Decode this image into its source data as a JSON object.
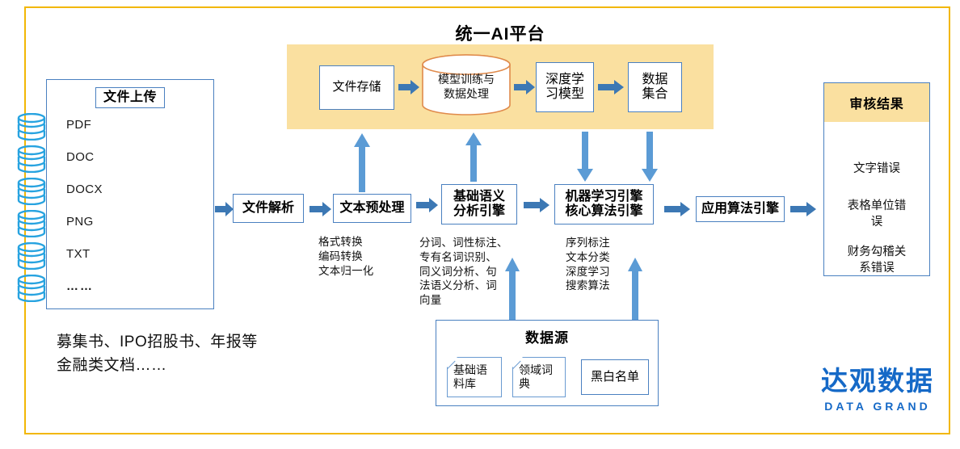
{
  "frame": {
    "border_color": "#F2B705"
  },
  "upload": {
    "title": "文件上传",
    "items": [
      "PDF",
      "DOC",
      "DOCX",
      "PNG",
      "TXT",
      "……"
    ],
    "caption": "募集书、IPO招股书、年报等\n金融类文档……"
  },
  "ai_platform": {
    "title": "统一AI平台",
    "panel_color": "#FAE0A0",
    "nodes": [
      {
        "label": "文件存储",
        "shape": "rect"
      },
      {
        "label": "模型训练与\n数据处理",
        "shape": "cylinder"
      },
      {
        "label": "深度学\n习模型",
        "shape": "rect"
      },
      {
        "label": "数据\n集合",
        "shape": "rect"
      }
    ]
  },
  "pipeline": {
    "steps": [
      {
        "label": "文件解析",
        "under": ""
      },
      {
        "label": "文本预处理",
        "under": "格式转换\n编码转换\n文本归一化"
      },
      {
        "label": "基础语义\n分析引擎",
        "under": "分词、词性标注、\n专有名词识别、\n同义词分析、句\n法语义分析、词\n向量"
      },
      {
        "label": "机器学习引擎\n核心算法引擎",
        "under": "序列标注\n文本分类\n深度学习\n搜索算法"
      },
      {
        "label": "应用算法引擎",
        "under": ""
      }
    ]
  },
  "data_source": {
    "title": "数据源",
    "items": [
      "基础语\n料库",
      "领域词\n典",
      "黑白名单"
    ]
  },
  "result": {
    "title": "审核结果",
    "header_color": "#FAE0A0",
    "items": [
      "文字错误",
      "表格单位错\n误",
      "财务勾稽关\n系错误"
    ]
  },
  "logo": {
    "cn": "达观数据",
    "en": "DATA GRAND",
    "color": "#1569C7"
  }
}
